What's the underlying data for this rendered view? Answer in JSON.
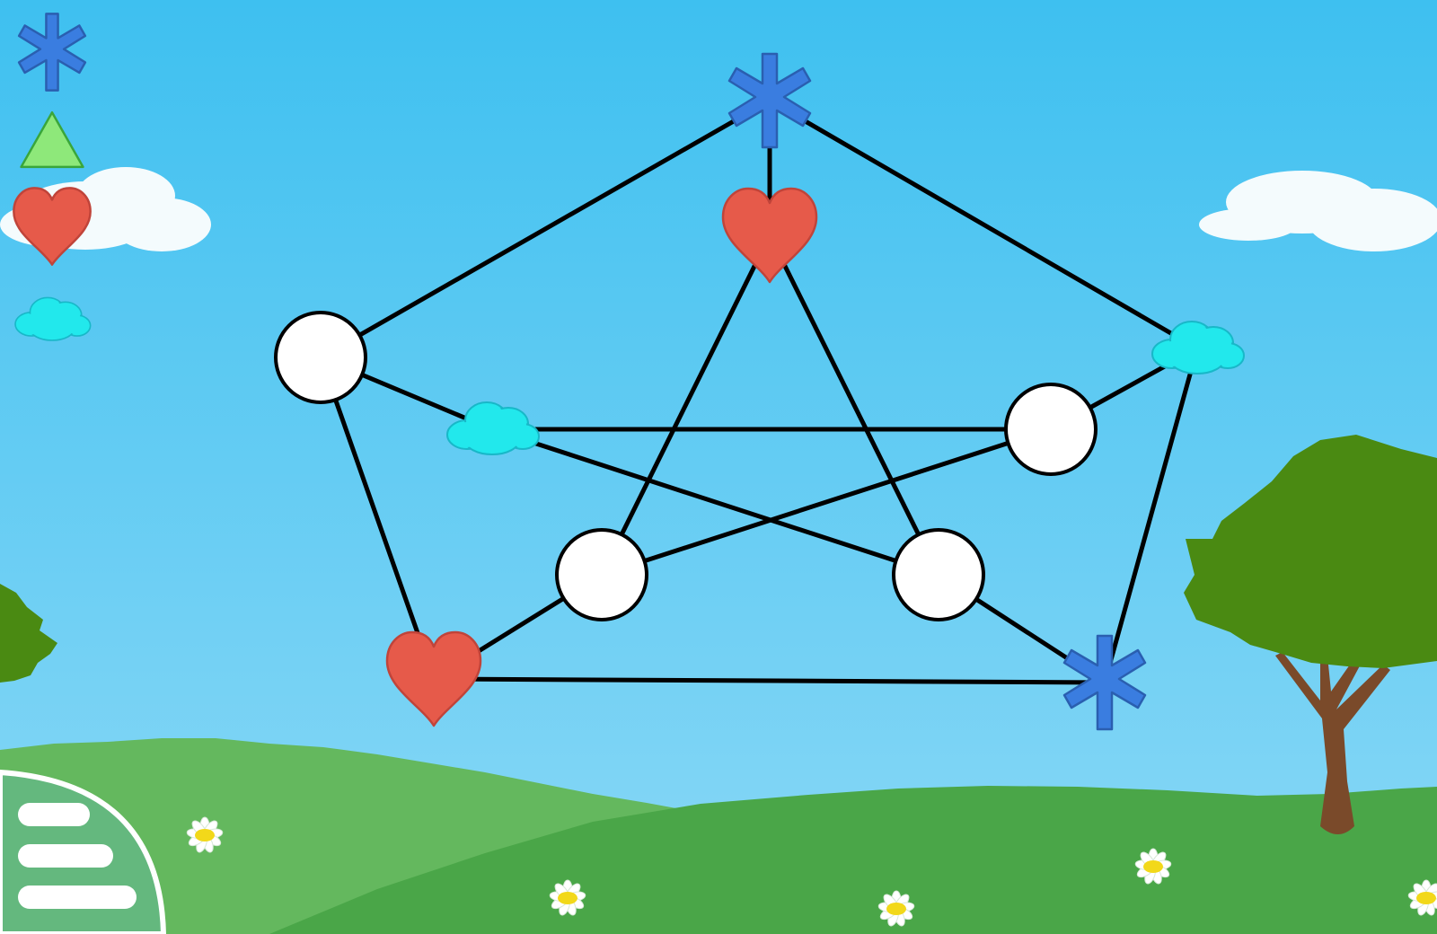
{
  "game": {
    "type": "graph-coloring-puzzle",
    "graph": "petersen",
    "palette": [
      {
        "shape": "asterisk",
        "icon": "blue-asterisk-icon",
        "color": "#3a7de0"
      },
      {
        "shape": "triangle",
        "icon": "green-triangle-icon",
        "color": "#8ee87a"
      },
      {
        "shape": "heart",
        "icon": "red-heart-icon",
        "color": "#e65a4a"
      },
      {
        "shape": "cloud",
        "icon": "cyan-cloud-icon",
        "color": "#22e8ec"
      }
    ],
    "nodes": [
      {
        "id": "outer-top",
        "state": "asterisk"
      },
      {
        "id": "outer-right",
        "state": "cloud"
      },
      {
        "id": "outer-bottom-right",
        "state": "asterisk"
      },
      {
        "id": "outer-bottom-left",
        "state": "heart"
      },
      {
        "id": "outer-left",
        "state": "empty"
      },
      {
        "id": "inner-top",
        "state": "heart"
      },
      {
        "id": "inner-right",
        "state": "empty"
      },
      {
        "id": "inner-bottom-right",
        "state": "empty"
      },
      {
        "id": "inner-bottom-left",
        "state": "empty"
      },
      {
        "id": "inner-left",
        "state": "cloud"
      }
    ],
    "edges": [
      [
        "outer-top",
        "outer-right"
      ],
      [
        "outer-right",
        "outer-bottom-right"
      ],
      [
        "outer-bottom-right",
        "outer-bottom-left"
      ],
      [
        "outer-bottom-left",
        "outer-left"
      ],
      [
        "outer-left",
        "outer-top"
      ],
      [
        "outer-top",
        "inner-top"
      ],
      [
        "outer-right",
        "inner-right"
      ],
      [
        "outer-bottom-right",
        "inner-bottom-right"
      ],
      [
        "outer-bottom-left",
        "inner-bottom-left"
      ],
      [
        "outer-left",
        "inner-left"
      ],
      [
        "inner-top",
        "inner-bottom-left"
      ],
      [
        "inner-top",
        "inner-bottom-right"
      ],
      [
        "inner-left",
        "inner-right"
      ],
      [
        "inner-left",
        "inner-bottom-right"
      ],
      [
        "inner-right",
        "inner-bottom-left"
      ]
    ]
  },
  "menu": {
    "icon": "hamburger-menu-icon"
  },
  "colors": {
    "sky_top": "#3ec0f0",
    "sky_bottom": "#8ad8f6",
    "grass_light": "#64b85e",
    "grass_dark": "#4aa648",
    "tree_leaves": "#4a8a12",
    "tree_trunk": "#7a4a2a",
    "edge": "#000000",
    "empty_node": "#ffffff"
  }
}
